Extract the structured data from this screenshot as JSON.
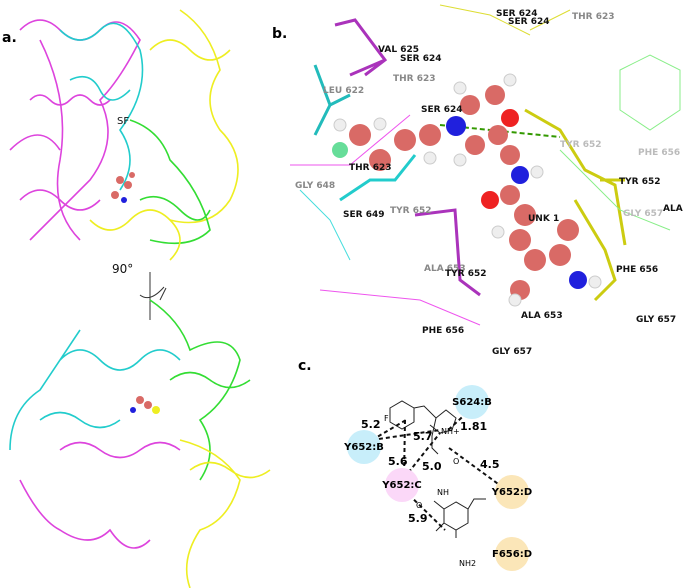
{
  "panels": {
    "a": "a.",
    "b": "b.",
    "c": "c."
  },
  "panel_a": {
    "sf_label": "SF",
    "rotation_label": "90°"
  },
  "colors": {
    "chainA": "#dd44dd",
    "chainB": "#22cccc",
    "chainC": "#33dd33",
    "chainD": "#eeee22",
    "carbon": "#d96a66",
    "nitrogen": "#2020dd",
    "oxygen": "#ee2222",
    "hydrogen": "#eeeeee",
    "fluorine": "#66dd99"
  },
  "panel_b": {
    "labels": [
      {
        "text": "SER 624",
        "tone": "dark"
      },
      {
        "text": "SER 624",
        "tone": "dark"
      },
      {
        "text": "THR 623",
        "tone": "gray"
      },
      {
        "text": "VAL 625",
        "tone": "dark"
      },
      {
        "text": "SER 624",
        "tone": "dark"
      },
      {
        "text": "THR 623",
        "tone": "gray"
      },
      {
        "text": "LEU 622",
        "tone": "gray"
      },
      {
        "text": "SER 624",
        "tone": "dark"
      },
      {
        "text": "THR 623",
        "tone": "dark"
      },
      {
        "text": "GLY 648",
        "tone": "gray"
      },
      {
        "text": "TYR 652",
        "tone": "light"
      },
      {
        "text": "PHE 656",
        "tone": "light"
      },
      {
        "text": "TYR 652",
        "tone": "dark"
      },
      {
        "text": "SER 649",
        "tone": "dark"
      },
      {
        "text": "TYR 652",
        "tone": "gray"
      },
      {
        "text": "UNK 1",
        "tone": "dark"
      },
      {
        "text": "GLY 657",
        "tone": "light"
      },
      {
        "text": "ALA",
        "tone": "dark"
      },
      {
        "text": "ALA 653",
        "tone": "gray"
      },
      {
        "text": "TYR 652",
        "tone": "dark"
      },
      {
        "text": "PHE 656",
        "tone": "dark"
      },
      {
        "text": "ALA 653",
        "tone": "dark"
      },
      {
        "text": "GLY 657",
        "tone": "dark"
      },
      {
        "text": "PHE 656",
        "tone": "dark"
      },
      {
        "text": "GLY 657",
        "tone": "dark"
      }
    ]
  },
  "panel_c": {
    "residues": [
      {
        "text": "S624:B",
        "color": "#c8eefa"
      },
      {
        "text": "Y652:B",
        "color": "#c8eefa"
      },
      {
        "text": "Y652:C",
        "color": "#fbd8f8"
      },
      {
        "text": "Y652:D",
        "color": "#fbe6b8"
      },
      {
        "text": "F656:D",
        "color": "#fbe6b8"
      }
    ],
    "distances": [
      "5.2",
      "1.81",
      "5.7",
      "5.6",
      "5.0",
      "4.5",
      "5.9"
    ],
    "atoms": [
      "F",
      "NH+",
      "O",
      "NH",
      "O",
      "NH2"
    ]
  }
}
